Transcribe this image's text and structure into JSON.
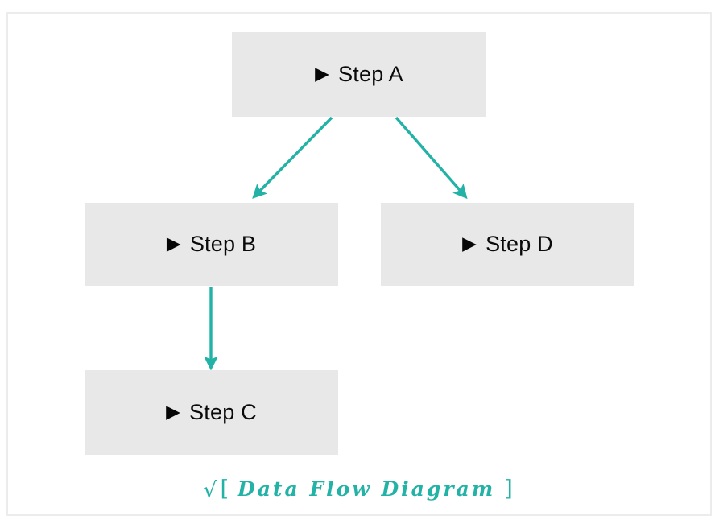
{
  "diagram": {
    "title": "Data Flow Diagram",
    "frame": {
      "border_color": "#ececec",
      "background": "#ffffff"
    },
    "node_fill": "#e8e8e8",
    "node_text_color": "#0a0a0a",
    "accent_color": "#22b2a6",
    "bullet_glyph": "▶",
    "nodes": [
      {
        "id": "a",
        "label": "Step A"
      },
      {
        "id": "b",
        "label": "Step B"
      },
      {
        "id": "c",
        "label": "Step C"
      },
      {
        "id": "d",
        "label": "Step D"
      }
    ],
    "edges": [
      {
        "from": "a",
        "to": "b"
      },
      {
        "from": "a",
        "to": "d"
      },
      {
        "from": "b",
        "to": "c"
      }
    ],
    "caption": {
      "check_glyph": "√",
      "open_bracket": "[",
      "text": "Data Flow Diagram",
      "close_bracket": "]"
    }
  }
}
